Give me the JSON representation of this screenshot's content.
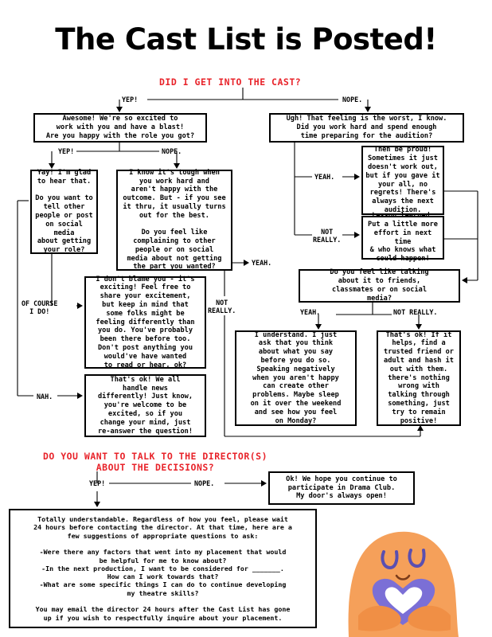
{
  "title": "The Cast List is Posted!",
  "q1": "DID I GET INTO THE CAST?",
  "q1_yes": "YEP!",
  "q1_no": "NOPE.",
  "awesome": "Awesome! We're so excited to\nwork with you and have a blast!\nAre you happy with the role you got?",
  "ugh": "Ugh! That feeling is the worst, I know.\nDid you work hard and spend enough\ntime preparing for the audition?",
  "role_yes": "YEP!",
  "role_no": "NOPE.",
  "yay": "Yay! I'm glad\nto hear that.\n\nDo you want to\ntell other\npeople or post\non social media\nabout getting\nyour role?",
  "tough": "I know it's tough when\nyou work hard and\naren't happy with the\noutcome. But - if you see\nit thru, it usually turns\nout for the best.\n\nDo you feel like\ncomplaining to other\npeople or on social\nmedia about not getting\nthe part you wanted?",
  "prep_yes": "YEAH.",
  "prep_no": "NOT\nREALLY.",
  "proud": "Then be proud!\nSometimes it just\ndoesn't work out,\nbut if you gave it\nyour all, no\nregrets! There's\nalways the next\naudition.",
  "lesson": "Lesson learned.\nPut a little more\neffort in next time\n& who knows what\ncould happen!",
  "of_course": "OF COURSE\nI DO!",
  "blame": "I don't blame you - it's\nexciting! Feel free to\nshare your excitement,\nbut keep in mind that\nsome folks might be\nfeeling differently than\nyou do. You've probably\nbeen there before too.\nDon't post anything you\nwould've have wanted\nto read or hear, ok?",
  "nah": "NAH.",
  "thats_ok1": "That's ok! We all\nhandle news\ndifferently! Just know,\nyou're welcome to be\nexcited, so if you\nchange your mind, just\nre-answer the question!",
  "complain_yes": "YEAH.",
  "complain_no": "NOT\nREALLY.",
  "talk": "Do you feel like talking\nabout it to friends,\nclassmates or on social\nmedia?",
  "talk_yes": "YEAH.",
  "talk_no": "NOT REALLY.",
  "understand": "I understand. I just\nask that you think\nabout what you say\nbefore you do so.\nSpeaking negatively\nwhen you aren't happy\ncan create other\nproblems. Maybe sleep\non it over the weekend\nand see how you feel\non Monday?",
  "thats_ok2": "That's ok! If it\nhelps, find a\ntrusted friend or\nadult and hash it\nout with them.\nthere's nothing\nwrong with\ntalking through\nsomething, just\ntry to remain\npositive!",
  "q2": "DO YOU WANT TO TALK TO THE DIRECTOR(S)\nABOUT THE DECISIONS?",
  "q2_yes": "YEP!",
  "q2_no": "NOPE.",
  "okhope": "Ok! We hope you continue to\nparticipate in Drama Club.\nMy door's always open!",
  "understandable": "Totally understandable. Regardless of how you feel, please wait\n24 hours before contacting the director. At that time, here are a\nfew suggestions of appropriate questions to ask:\n\n-Were there any factors that went into my placement that would\nbe helpful for me to know about?\n-In the next production, I want to be considered for _______.\nHow can I work towards that?\n-What are some specific things I can do to continue developing\nmy theatre skills?\n\nYou may email the director 24 hours after the Cast List has gone\nup if you wish to respectfully inquire about your placement.",
  "colors": {
    "accent": "#e8232a",
    "mascot": "#f5a05a",
    "heart": "#7b6fd6"
  }
}
